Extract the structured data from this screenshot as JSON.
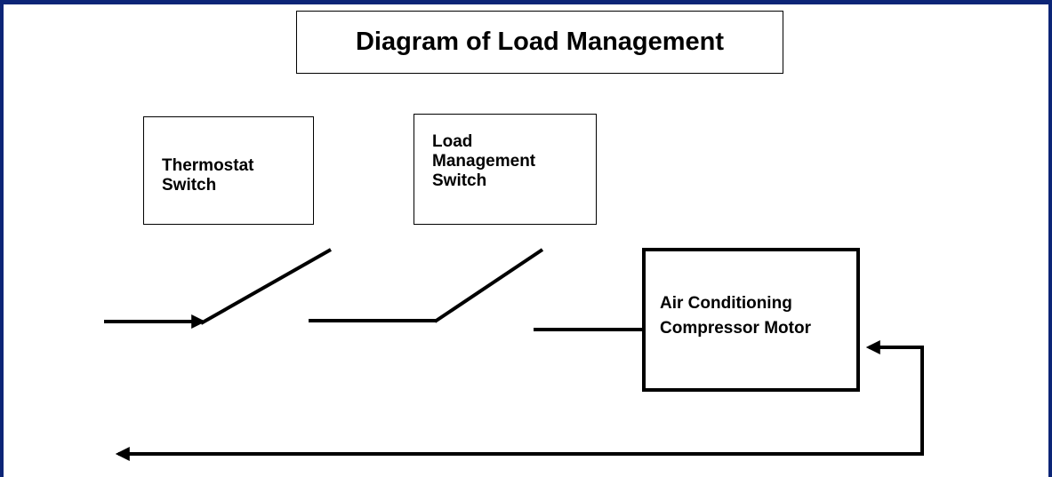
{
  "colors": {
    "frame": "#0c2577",
    "line": "#000000",
    "background": "#ffffff"
  },
  "title": "Diagram of Load Management",
  "nodes": {
    "thermostat": {
      "label": "Thermostat\nSwitch"
    },
    "load_management": {
      "label": "Load\nManagement\nSwitch"
    },
    "compressor": {
      "label": "Air Conditioning\nCompressor Motor"
    }
  },
  "edges": [
    {
      "from": "supply",
      "to": "thermostat-switch",
      "arrow": "end"
    },
    {
      "from": "thermostat-switch",
      "to": "load-management-switch",
      "arrow": "none"
    },
    {
      "from": "load-management-switch",
      "to": "compressor",
      "arrow": "none"
    },
    {
      "from": "compressor",
      "to": "return",
      "arrow": "both"
    }
  ]
}
